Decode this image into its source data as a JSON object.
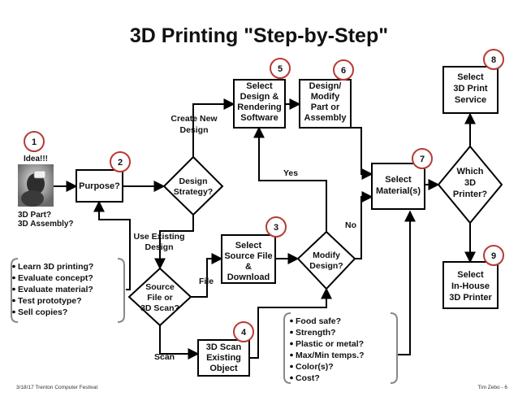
{
  "title": "3D Printing \"Step-by-Step\"",
  "footer": {
    "left": "3/18/17 Trenton Computer Festival",
    "right": "Tim Zebo - 6"
  },
  "start": {
    "label": "Idea!!!",
    "sub": [
      "3D Part?",
      "3D Assembly?"
    ]
  },
  "nodes": {
    "purpose": [
      "Purpose?"
    ],
    "design_strategy": [
      "Design",
      "Strategy?"
    ],
    "select_software": [
      "Select",
      "Design &",
      "Rendering",
      "Software"
    ],
    "design_modify": [
      "Design/",
      "Modify",
      "Part or",
      "Assembly"
    ],
    "select_source": [
      "Select",
      "Source File",
      "&",
      "Download"
    ],
    "modify_design": [
      "Modify",
      "Design?"
    ],
    "source_or_scan": [
      "Source",
      "File or",
      "3D Scan?"
    ],
    "scan_object": [
      "3D Scan",
      "Existing",
      "Object"
    ],
    "select_material": [
      "Select",
      "Material(s)"
    ],
    "which_printer": [
      "Which",
      "3D",
      "Printer?"
    ],
    "print_service": [
      "Select",
      "3D Print",
      "Service"
    ],
    "inhouse_printer": [
      "Select",
      "In-House",
      "3D Printer"
    ]
  },
  "edge_labels": {
    "create_new": [
      "Create New",
      "Design"
    ],
    "use_existing": [
      "Use Existing",
      "Design"
    ],
    "file": "File",
    "scan": "Scan",
    "yes": "Yes",
    "no": "No"
  },
  "step_numbers": [
    "1",
    "2",
    "3",
    "4",
    "5",
    "6",
    "7",
    "8",
    "9"
  ],
  "purpose_list": [
    "Learn 3D printing?",
    "Evaluate concept?",
    "Evaluate material?",
    "Test prototype?",
    "Sell copies?"
  ],
  "material_list": [
    "Food safe?",
    "Strength?",
    "Plastic or metal?",
    "Max/Min temps.?",
    "Color(s)?",
    "Cost?"
  ],
  "colors": {
    "badge_ring": "#b73a34",
    "line": "#000000",
    "brace": "#888888"
  }
}
